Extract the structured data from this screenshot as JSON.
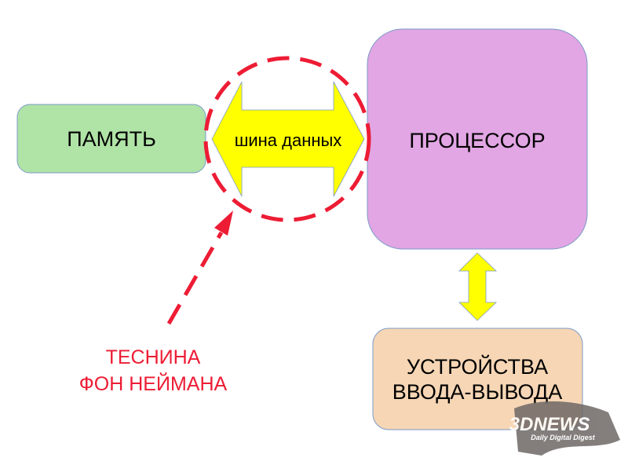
{
  "diagram": {
    "memory": {
      "label": "ПАМЯТЬ"
    },
    "bus": {
      "label": "шина данных"
    },
    "processor": {
      "label": "ПРОЦЕССОР"
    },
    "io": {
      "line1": "УСТРОЙСТВА",
      "line2": "ВВОДА-ВЫВОДА"
    },
    "bottleneck": {
      "line1": "ТЕСНИНА",
      "line2": "ФОН НЕЙМАНА"
    }
  },
  "watermark": {
    "brand": "3DNEWS",
    "tagline": "Daily Digital Digest"
  },
  "colors": {
    "memory": "#b0e3a6",
    "processor": "#e1a6e3",
    "io": "#f6d6b5",
    "arrow": "#ffff00",
    "highlight": "#ed1c34",
    "border": "#7b9ac8"
  }
}
